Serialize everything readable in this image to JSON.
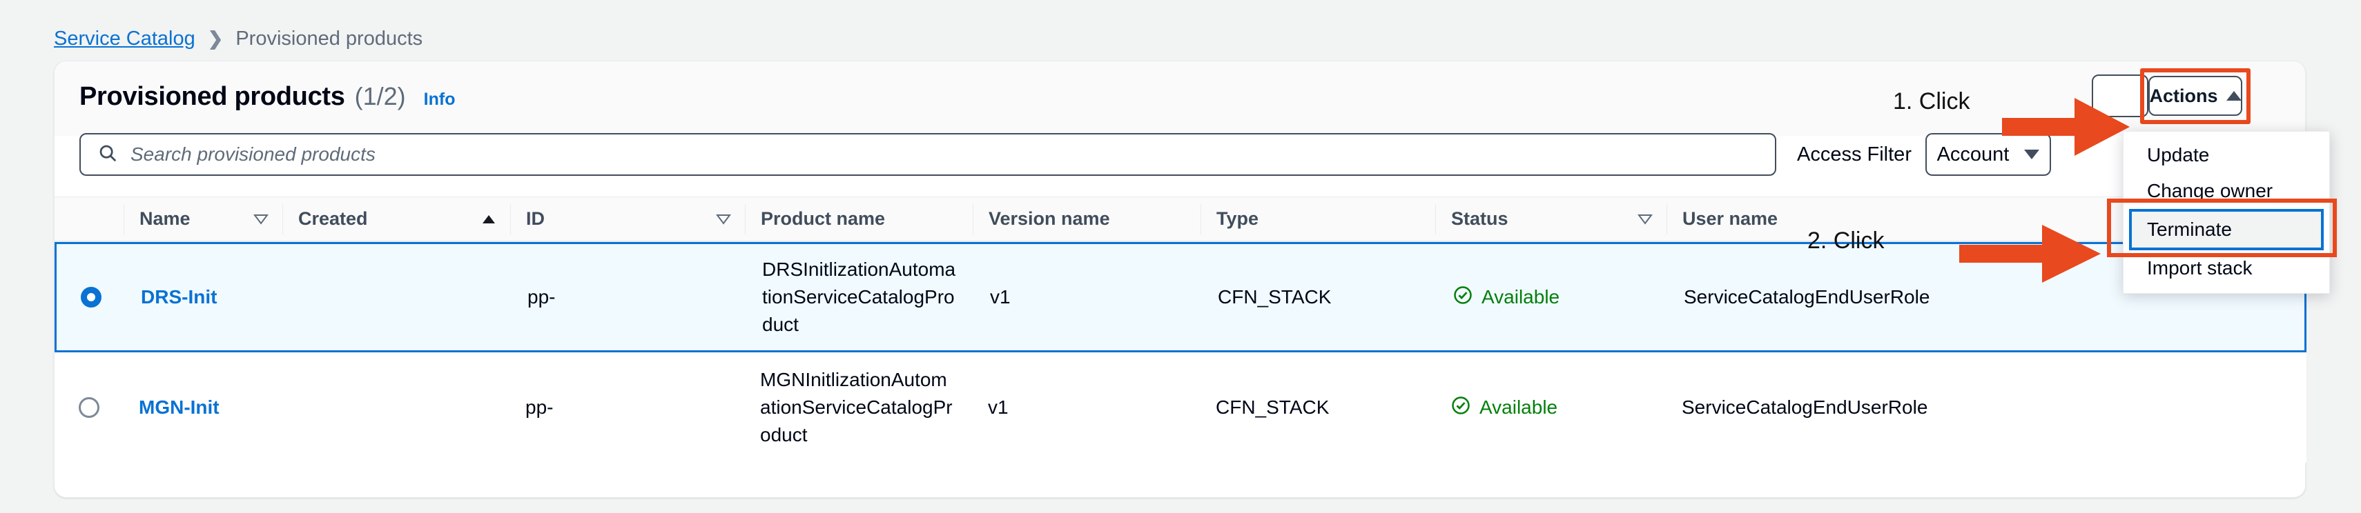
{
  "breadcrumb": {
    "root": "Service Catalog",
    "separator": "❯",
    "current": "Provisioned products"
  },
  "card": {
    "title": "Provisioned products",
    "count": "(1/2)",
    "info_label": "Info"
  },
  "filters": {
    "search_placeholder": "Search provisioned products",
    "search_value": "",
    "search_icon": "search-icon",
    "access_filter_label": "Access Filter",
    "account_select_value": "Account",
    "account_select_caret": "chevron-down-icon"
  },
  "toolbar": {
    "refresh_label": "",
    "refresh_icon": "refresh-icon",
    "actions_label": "Actions",
    "actions_caret": "caret-up-icon"
  },
  "dropdown": {
    "items": [
      {
        "label": "Update",
        "focused": false
      },
      {
        "label": "Change owner",
        "focused": false
      },
      {
        "label": "Terminate",
        "focused": true
      },
      {
        "label": "Import stack",
        "focused": false
      }
    ]
  },
  "annotations": [
    {
      "text": "1. Click",
      "target": "refresh-and-actions"
    },
    {
      "text": "2. Click",
      "target": "terminate-menu-item"
    }
  ],
  "colors": {
    "accent_blue": "#0972d3",
    "annotation_red": "#e8491e",
    "status_green": "#037f0c",
    "selected_row_bg": "#f1faff",
    "page_bg": "#f2f3f3"
  },
  "table": {
    "columns": [
      {
        "label": "",
        "sort": "none"
      },
      {
        "label": "Name",
        "sort": "hollow"
      },
      {
        "label": "Created",
        "sort": "solid-up"
      },
      {
        "label": "ID",
        "sort": "hollow"
      },
      {
        "label": "Product name",
        "sort": "none"
      },
      {
        "label": "Version name",
        "sort": "none"
      },
      {
        "label": "Type",
        "sort": "none"
      },
      {
        "label": "Status",
        "sort": "hollow"
      },
      {
        "label": "User name",
        "sort": "none"
      }
    ],
    "rows": [
      {
        "selected": true,
        "name": "DRS-Init",
        "created": "",
        "id": "pp-",
        "product_name": "DRSInitlizationAutomationServiceCatalogProduct",
        "version_name": "v1",
        "type": "CFN_STACK",
        "status": "Available",
        "status_icon": "check-circle-icon",
        "user_name": "ServiceCatalogEndUserRole"
      },
      {
        "selected": false,
        "name": "MGN-Init",
        "created": "",
        "id": "pp-",
        "product_name": "MGNInitlizationAutomationServiceCatalogProduct",
        "version_name": "v1",
        "type": "CFN_STACK",
        "status": "Available",
        "status_icon": "check-circle-icon",
        "user_name": "ServiceCatalogEndUserRole"
      }
    ]
  }
}
